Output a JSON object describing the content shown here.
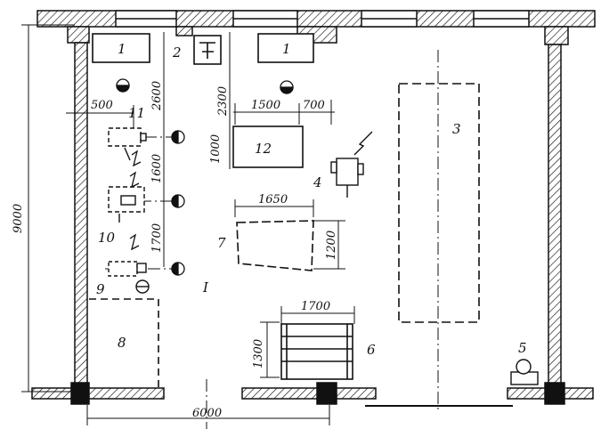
{
  "labels": {
    "roof_light_left": "1",
    "roof_light_right": "1",
    "item_2": "2",
    "item_3": "3",
    "item_4": "4",
    "item_5": "5",
    "item_6": "6",
    "item_7": "7",
    "item_8": "8",
    "item_9": "9",
    "item_10": "10",
    "item_11": "11",
    "item_12": "12",
    "zone": "I"
  },
  "dimensions": {
    "height_total": "9000",
    "width_total": "6000",
    "d500": "500",
    "d2600": "2600",
    "d2300": "2300",
    "d1500": "1500",
    "d700": "700",
    "d1000": "1000",
    "d1600": "1600",
    "d1700_vert": "1700",
    "d1650": "1650",
    "d1200": "1200",
    "d1700_horiz": "1700",
    "d1300": "1300"
  },
  "colors": {
    "ink": "#111111",
    "paper": "#ffffff"
  }
}
